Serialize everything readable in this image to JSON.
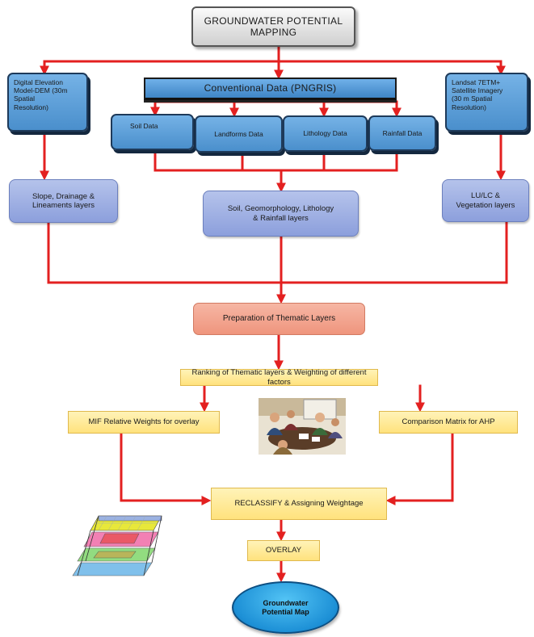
{
  "boxes": {
    "title": "GROUNDWATER POTENTIAL\nMAPPING",
    "dem": "Digital Elevation\nModel-DEM (30m\nSpatial\nResolution)",
    "conventional": "Conventional Data (PNGRIS)",
    "landsat": "Landsat 7ETM+\nSatellite Imagery\n(30 m Spatial\nResolution)",
    "soil_data": "Soil Data",
    "landforms_data": "Landforms Data",
    "lithology_data": "Lithology Data",
    "rainfall_data": "Rainfall Data",
    "slope_layers": "Slope, Drainage &\nLineaments layers",
    "soil_geo_layers": "Soil, Geomorphology, Lithology\n& Rainfall layers",
    "lulc_layers": "LU/LC &\nVegetation layers",
    "thematic": "Preparation of Thematic Layers",
    "ranking": "Ranking of Thematic layers & Weighting of different factors",
    "mif": "MIF Relative Weights for overlay",
    "comparison": "Comparison Matrix for AHP",
    "reclassify": "RECLASSIFY & Assigning Weightage",
    "overlay": "OVERLAY",
    "result": "Groundwater\nPotential Map"
  },
  "colors": {
    "arrow": "#e32020",
    "blue_box": "#5a9fdb",
    "purple_box": "#9fb0e3",
    "salmon_box": "#f4a68f",
    "yellow_box": "#ffe88e",
    "oval": "#1d90d6"
  },
  "images": {
    "meeting": "people-meeting-illustration",
    "layers": "stacked-layers-3d-illustration"
  }
}
